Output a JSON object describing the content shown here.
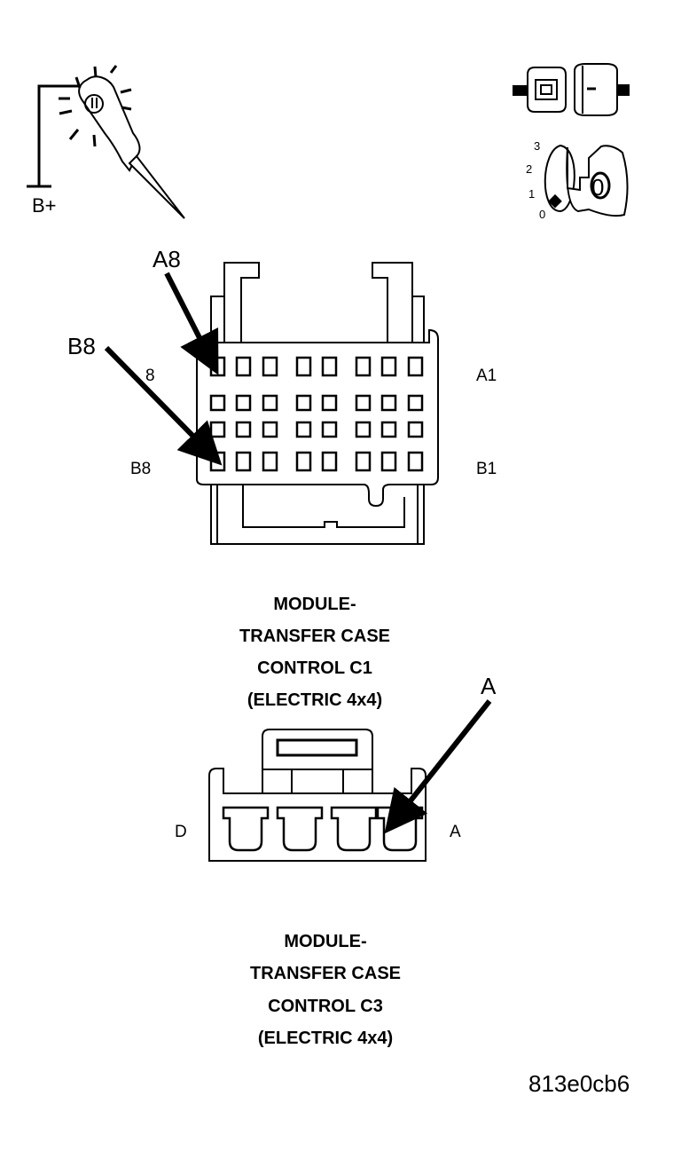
{
  "probe": {
    "label": "B+",
    "icon": "test-light-probe-icon"
  },
  "ignition": {
    "icon": "ignition-key-icon",
    "positions": [
      "3",
      "2",
      "1",
      "0"
    ],
    "key_letter": "0"
  },
  "connector_icon": "connector-disconnect-icon",
  "c1": {
    "callout_top": "A8",
    "callout_bottom": "B8",
    "pin_left_top": "8",
    "pin_right_top": "A1",
    "pin_left_bottom": "B8",
    "pin_right_bottom": "B1",
    "caption": [
      "MODULE-",
      "TRANSFER CASE",
      "CONTROL C1",
      "(ELECTRIC 4x4)"
    ]
  },
  "c3": {
    "callout": "A",
    "pin_left": "D",
    "pin_right": "A",
    "caption": [
      "MODULE-",
      "TRANSFER CASE",
      "CONTROL C3",
      "(ELECTRIC 4x4)"
    ]
  },
  "figure_id": "813e0cb6"
}
